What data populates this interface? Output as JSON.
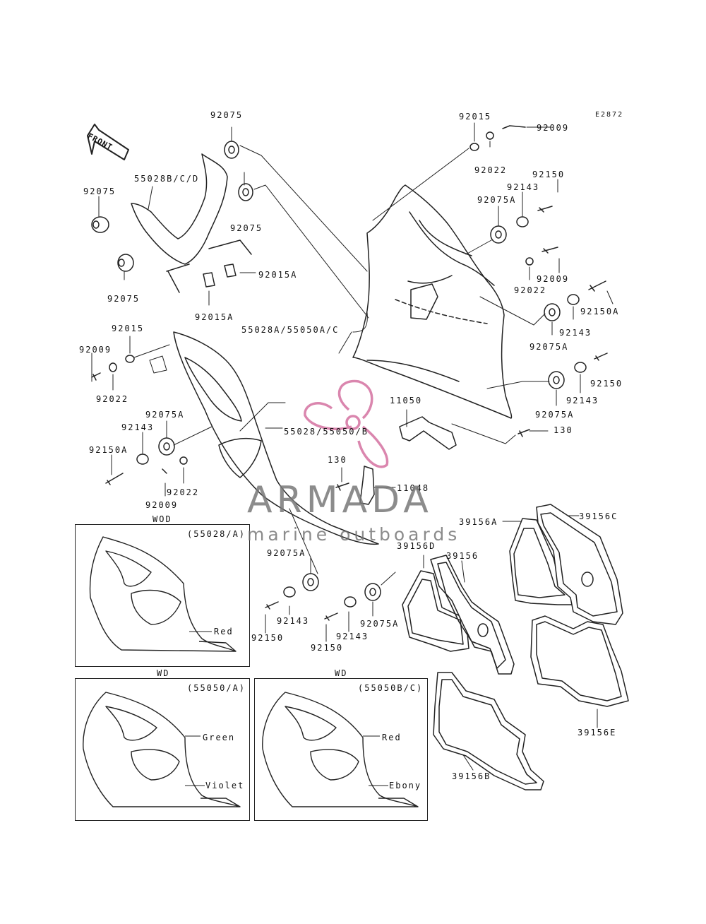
{
  "diagram_code": "E2872",
  "front_label": "FRONT",
  "part_labels": {
    "p92075_top": "92075",
    "p92075_left": "92075",
    "p92075_mid": "92075",
    "p92075_low": "92075",
    "p55028BCD": "55028B/C/D",
    "p92015A_a": "92015A",
    "p92015A_b": "92015A",
    "p92015_top": "92015",
    "p92009_top": "92009",
    "p92022_top": "92022",
    "p92150_top": "92150",
    "p92143_top": "92143",
    "p92075A_top": "92075A",
    "p92009_r": "92009",
    "p92022_r": "92022",
    "p92150A_r": "92150A",
    "p92143_r": "92143",
    "p92075A_r": "92075A",
    "p55028A": "55028A/55050A/C",
    "p92150_r2": "92150",
    "p92143_r2": "92143",
    "p92075A_r2": "92075A",
    "p130_r": "130",
    "p11050": "11050",
    "p92015_l": "92015",
    "p92009_l": "92009",
    "p92022_l": "92022",
    "p92075A_l": "92075A",
    "p92143_l": "92143",
    "p92150A_l": "92150A",
    "p92022_l2": "92022",
    "p92009_l2": "92009",
    "p55028_55050B": "55028/55050/B",
    "p130_c": "130",
    "p11048": "11048",
    "p92075A_c": "92075A",
    "p92143_c1": "92143",
    "p92150_c1": "92150",
    "p92150_c2": "92150",
    "p92143_c2": "92143",
    "p92075A_c2": "92075A",
    "p39156A": "39156A",
    "p39156C": "39156C",
    "p39156D": "39156D",
    "p39156": "39156",
    "p39156E": "39156E",
    "p39156B": "39156B"
  },
  "insets": [
    {
      "market": "WOD",
      "code": "(55028/A)",
      "colors": [
        "Red"
      ]
    },
    {
      "market": "WD",
      "code": "(55050/A)",
      "colors": [
        "Green",
        "Violet"
      ]
    },
    {
      "market": "WD",
      "code": "(55050B/C)",
      "colors": [
        "Red",
        "Ebony"
      ]
    }
  ],
  "watermark": {
    "title": "ARMADA",
    "subtitle": "marine outboards",
    "accent_color": "#d2689a"
  }
}
